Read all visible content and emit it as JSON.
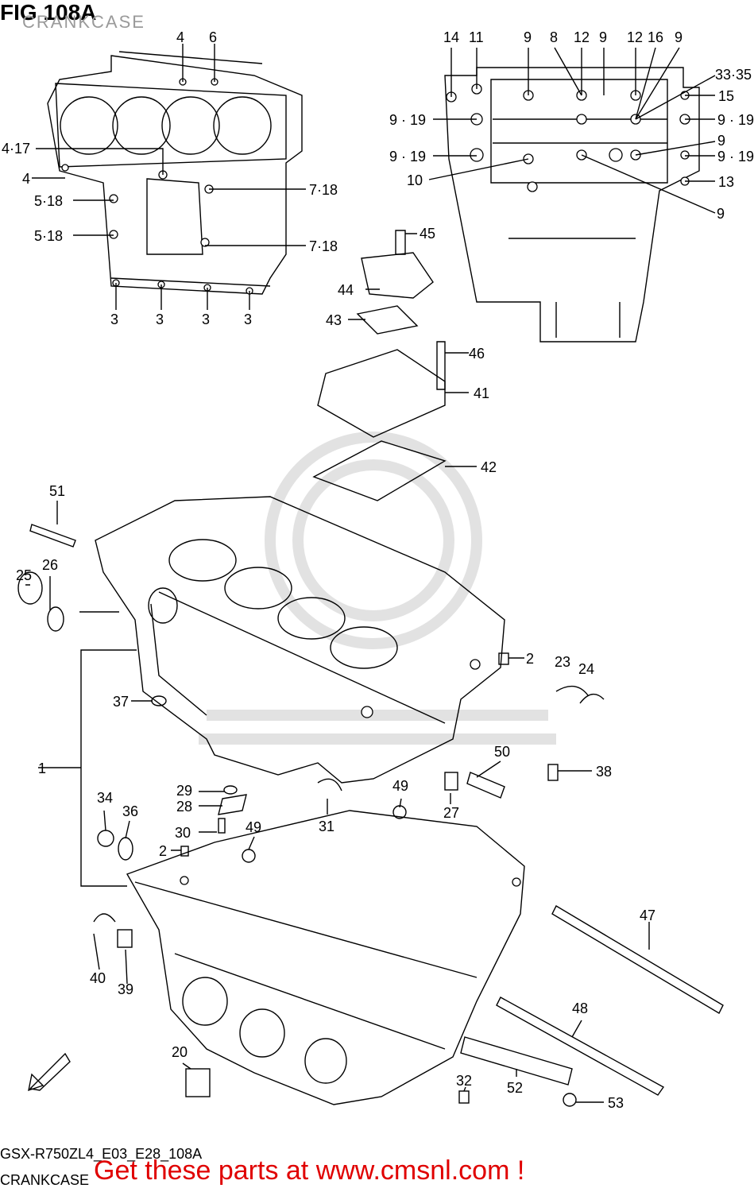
{
  "header": {
    "figure_title": "FIG 108A",
    "subtitle": "CRANKCASE"
  },
  "footer": {
    "model_code": "GSX-R750ZL4_E03_E28_108A",
    "section_name": "CRANKCASE",
    "banner": "Get these parts at www.cmsnl.com !"
  },
  "direction_marker": {
    "label": "FWD",
    "icon": "forward-arrow-icon"
  },
  "callouts": {
    "c_4a": "4",
    "c_6": "6",
    "c_417": "4·17",
    "c_4b": "4",
    "c_518a": "5·18",
    "c_518b": "5·18",
    "c_718a": "7·18",
    "c_718b": "7·18",
    "c_3a": "3",
    "c_3b": "3",
    "c_3c": "3",
    "c_3d": "3",
    "c_14": "14",
    "c_11": "11",
    "c_9a": "9",
    "c_8": "8",
    "c_12a": "12",
    "c_9b": "9",
    "c_12b": "12",
    "c_16": "16",
    "c_9c": "9",
    "c_3335": "33·35",
    "c_15": "15",
    "c_919a": "9 · 19",
    "c_919b": "9 · 19",
    "c_919c": "9 · 19",
    "c_919d": "9 · 19",
    "c_9d": "9",
    "c_10": "10",
    "c_13": "13",
    "c_9e": "9",
    "c_45": "45",
    "c_44": "44",
    "c_43": "43",
    "c_46": "46",
    "c_41": "41",
    "c_42": "42",
    "c_51": "51",
    "c_25": "25",
    "c_26": "26",
    "c_2a": "2",
    "c_23": "23",
    "c_24": "24",
    "c_37": "37",
    "c_50": "50",
    "c_38": "38",
    "c_1": "1",
    "c_29": "29",
    "c_28": "28",
    "c_49a": "49",
    "c_27": "27",
    "c_34": "34",
    "c_36": "36",
    "c_30": "30",
    "c_49b": "49",
    "c_31": "31",
    "c_2b": "2",
    "c_47": "47",
    "c_40": "40",
    "c_39": "39",
    "c_48": "48",
    "c_20": "20",
    "c_32": "32",
    "c_52": "52",
    "c_53": "53"
  },
  "colors": {
    "line": "#000000",
    "watermark": "#e2e2e2",
    "banner": "#e00000",
    "subtitle": "#9a9a9a"
  }
}
